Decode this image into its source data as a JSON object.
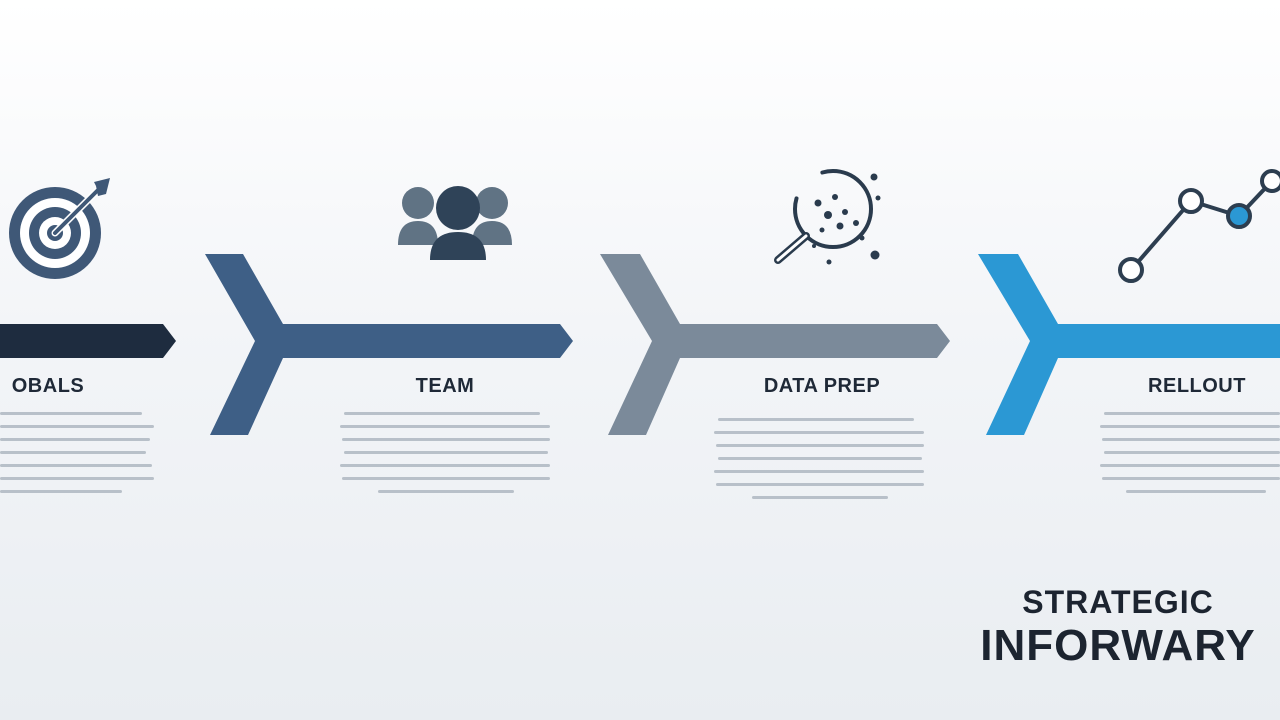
{
  "steps": [
    {
      "title": "OBALS",
      "icon": "target-icon",
      "color": "#1e2c3f"
    },
    {
      "title": "TEAM",
      "icon": "team-icon",
      "color": "#3e5f86"
    },
    {
      "title": "DATA PREP",
      "icon": "magnifier-data-icon",
      "color": "#7b8a9a"
    },
    {
      "title": "RELLOUT",
      "icon": "line-graph-icon",
      "color": "#2b98d4"
    }
  ],
  "brand": {
    "subtitle": "STRATEGIC",
    "title": "INFORWARY"
  }
}
